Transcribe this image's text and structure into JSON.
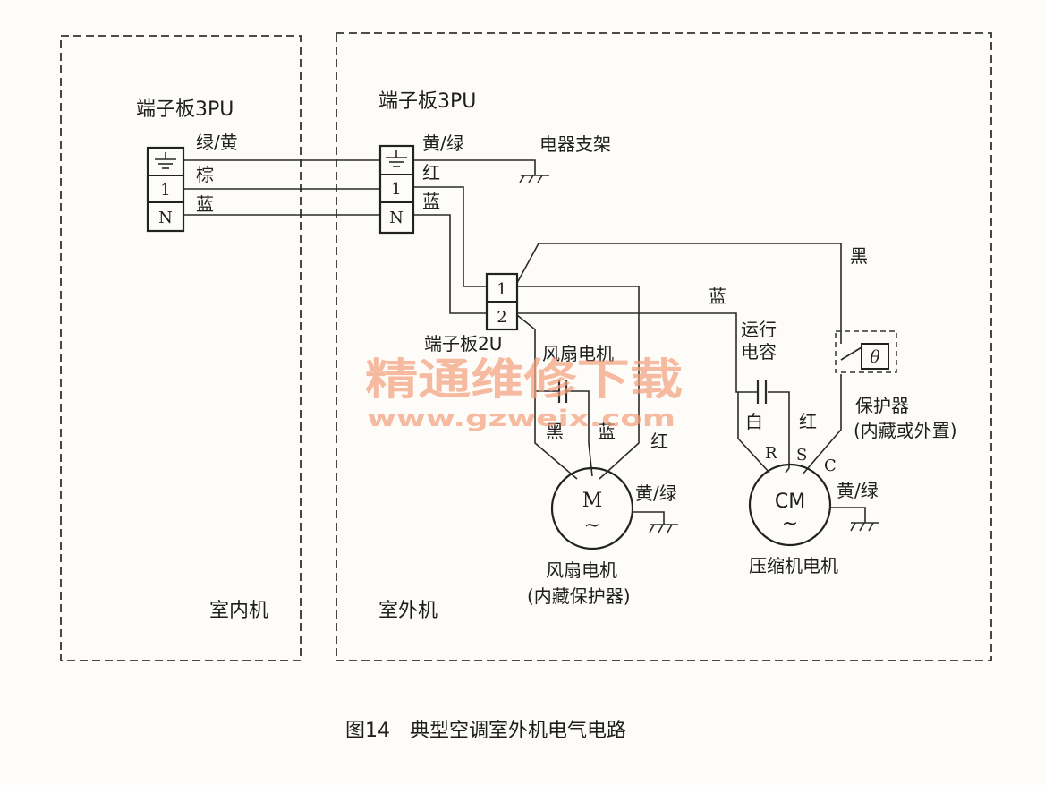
{
  "indoor": {
    "terminal_board": "端子板3PU",
    "unit_label": "室内机",
    "terminals": [
      "1",
      "N"
    ],
    "wire_colors": [
      "绿/黄",
      "棕",
      "蓝"
    ]
  },
  "outdoor": {
    "terminal_board": "端子板3PU",
    "unit_label": "室外机",
    "terminals": [
      "1",
      "N"
    ],
    "wire_colors": [
      "黄/绿",
      "红",
      "蓝"
    ],
    "chassis_label": "电器支架"
  },
  "board_2u": {
    "label": "端子板2U",
    "terminals": [
      "1",
      "2"
    ]
  },
  "fan": {
    "cap_label": "风扇电机",
    "wire_black": "黑",
    "wire_blue": "蓝",
    "wire_red": "红",
    "motor_letter": "M",
    "motor_symbol": "~",
    "ground_label": "黄/绿",
    "name_line1": "风扇电机",
    "name_line2": "(内藏保护器)"
  },
  "compressor": {
    "cap_line1": "运行",
    "cap_line2": "电容",
    "wire_white": "白",
    "wire_red": "红",
    "wire_blue": "蓝",
    "wire_black": "黑",
    "terminal_r": "R",
    "terminal_s": "S",
    "terminal_c": "C",
    "motor_letter": "CM",
    "motor_symbol": "~",
    "ground_label": "黄/绿",
    "name": "压缩机电机"
  },
  "protector": {
    "symbol": "θ",
    "label_line1": "保护器",
    "label_line2": "(内藏或外置)"
  },
  "watermark": {
    "title": "精通维修下载",
    "url": "www.gzweix.com"
  },
  "caption": "图14　典型空调室外机电气电路",
  "colors": {
    "ink": "#222222",
    "watermark": "#f2a27e",
    "paper": "#fdfcf8"
  }
}
